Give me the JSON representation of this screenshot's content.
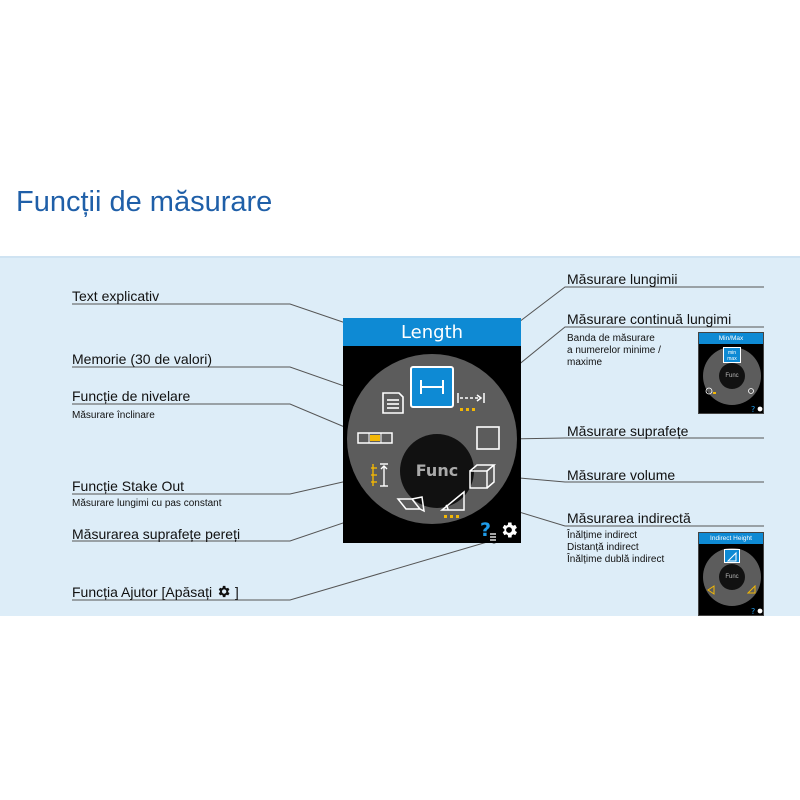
{
  "title": "Funcții de măsurare",
  "device": {
    "header": "Length",
    "hub": "Func"
  },
  "left_labels": {
    "text_explicativ": "Text explicativ",
    "memorie": "Memorie (30 de valori)",
    "nivelare": "Funcție de nivelare",
    "nivelare_sub": "Măsurare înclinare",
    "stake_out": "Funcție Stake Out",
    "stake_out_sub": "Măsurare lungimi cu pas constant",
    "suprafete_pereti": "Măsurarea suprafețe pereți",
    "ajutor": "Funcția Ajutor [Apăsați"
  },
  "right_labels": {
    "lungimii": "Măsurare lungimii",
    "continua": "Măsurare continuă lungimi",
    "continua_sub": [
      "Banda de măsurare",
      "a numerelor minime /",
      "maxime"
    ],
    "suprafete": "Măsurare suprafețe",
    "volume": "Măsurare volume",
    "indirecta": "Măsurarea indirectă",
    "indirecta_sub": [
      "Înălțime indirect",
      "Distanță indirect",
      "Înălțime dublă indirect"
    ]
  },
  "mini_minmax": {
    "header": "Min/Max",
    "hub": "Func",
    "button_top": "min",
    "button_bottom": "max"
  },
  "mini_indirect": {
    "header": "Indirect Height",
    "hub": "Func"
  },
  "colors": {
    "accent_blue": "#0e8ad4",
    "title_blue": "#1f5fa8",
    "band": "#ddedf8",
    "icon_yellow": "#f2b705"
  },
  "icons": [
    "length-icon",
    "continuous-length-icon",
    "memory-icon",
    "level-icon",
    "area-icon",
    "stake-out-icon",
    "volume-icon",
    "wall-area-icon",
    "indirect-icon",
    "help-icon",
    "gear-icon"
  ]
}
